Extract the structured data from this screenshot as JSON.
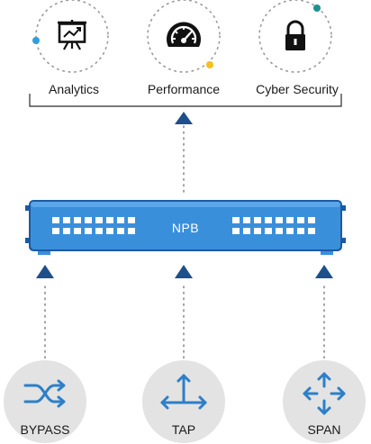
{
  "top_tools": [
    {
      "label": "Analytics",
      "icon": "presentation-chart-icon"
    },
    {
      "label": "Performance",
      "icon": "speedometer-icon"
    },
    {
      "label": "Cyber Security",
      "icon": "padlock-icon"
    }
  ],
  "device": {
    "label": "NPB"
  },
  "sources": [
    {
      "label": "BYPASS",
      "icon": "shuffle-arrows-icon"
    },
    {
      "label": "TAP",
      "icon": "tap-split-arrows-icon"
    },
    {
      "label": "SPAN",
      "icon": "four-way-arrows-icon"
    }
  ],
  "colors": {
    "blue": "#3a8fdb",
    "dark_blue": "#1c5aa0",
    "arrow": "#1e4f8a",
    "accent_teal": "#1f8f8f",
    "accent_yellow": "#f2c21b",
    "accent_blue": "#2f9ee0",
    "circle_gray": "#e3e3e3"
  }
}
